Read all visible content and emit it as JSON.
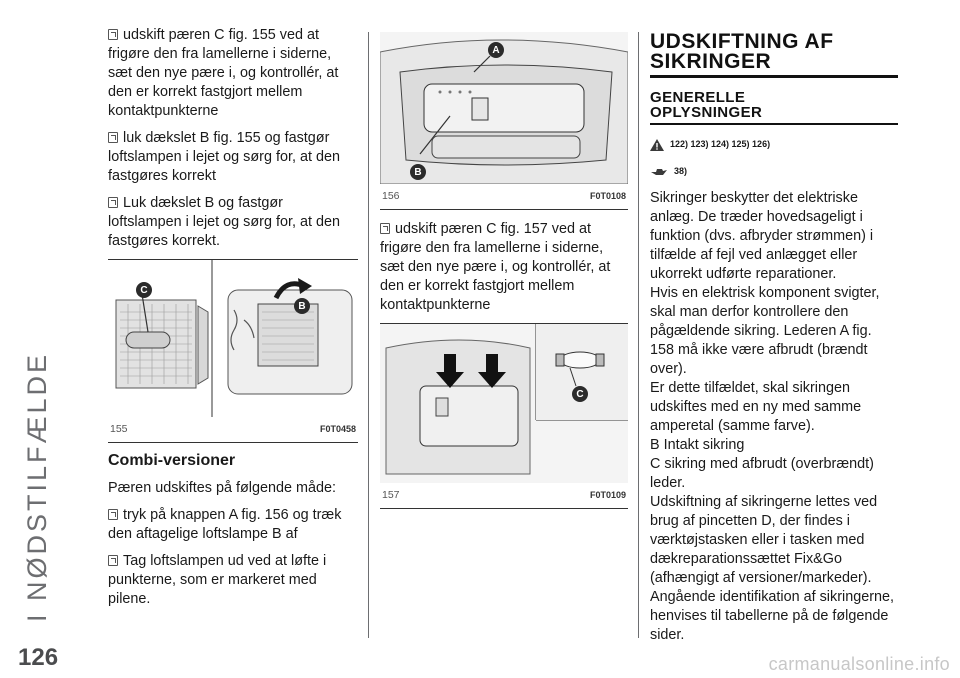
{
  "sidebar": {
    "title": "I NØDSTILFÆLDE"
  },
  "page": {
    "number": "126",
    "watermark": "carmanualsonline.info"
  },
  "left": {
    "items": [
      "udskift pæren C fig. 155 ved at frigøre den fra lamellerne i siderne, sæt den nye pære i, og kontrollér, at den er korrekt fastgjort mellem kontaktpunkterne",
      "luk dækslet B fig. 155 og fastgør loftslampen i lejet og sørg for, at den fastgøres korrekt",
      "Luk dækslet B og fastgør loftslampen i lejet og sørg for, at den fastgøres korrekt."
    ],
    "figure": {
      "number": "155",
      "code": "F0T0458",
      "labels": [
        "C",
        "B"
      ]
    },
    "subheading": "Combi-versioner",
    "intro": "Pæren udskiftes på følgende måde:",
    "items2": [
      "tryk på knappen A fig. 156 og træk den aftagelige loftslampe B af",
      "Tag loftslampen ud ved at løfte i punkterne, som er markeret med pilene."
    ]
  },
  "middle": {
    "figure1": {
      "number": "156",
      "code": "F0T0108",
      "labels": [
        "A",
        "B"
      ]
    },
    "item": "udskift pæren C fig. 157 ved at frigøre den fra lamellerne i siderne, sæt den nye pære i, og kontrollér, at den er korrekt fastgjort mellem kontaktpunkterne",
    "figure2": {
      "number": "157",
      "code": "F0T0109",
      "labels": [
        "C"
      ]
    }
  },
  "right": {
    "heading_lines": [
      "UDSKIFTNING AF",
      "SIKRINGER"
    ],
    "subheading_lines": [
      "GENERELLE",
      "OPLYSNINGER"
    ],
    "warning_refs": "122) 123) 124) 125) 126)",
    "caution_refs": "38)",
    "lines": [
      "Sikringer beskytter det elektriske anlæg. De træder hovedsageligt i funktion (dvs. afbryder strømmen) i tilfælde af fejl ved anlægget eller ukorrekt udførte reparationer.",
      "Hvis en elektrisk komponent svigter, skal man derfor kontrollere den pågældende sikring. Lederen A fig. 158 må ikke være afbrudt (brændt over).",
      "Er dette tilfældet, skal sikringen udskiftes med en ny med samme amperetal (samme farve).",
      "B Intakt sikring",
      "C sikring med afbrudt (overbrændt) leder.",
      "Udskiftning af sikringerne lettes ved brug af pincetten D, der findes i værktøjstasken eller i tasken med dækreparationssættet Fix&Go (afhængigt af versioner/markeder).",
      "Angående identifikation af sikringerne, henvises til tabellerne på de følgende sider."
    ]
  },
  "colors": {
    "label_bg": "#2b2b2b",
    "rule": "#6d6e71"
  }
}
